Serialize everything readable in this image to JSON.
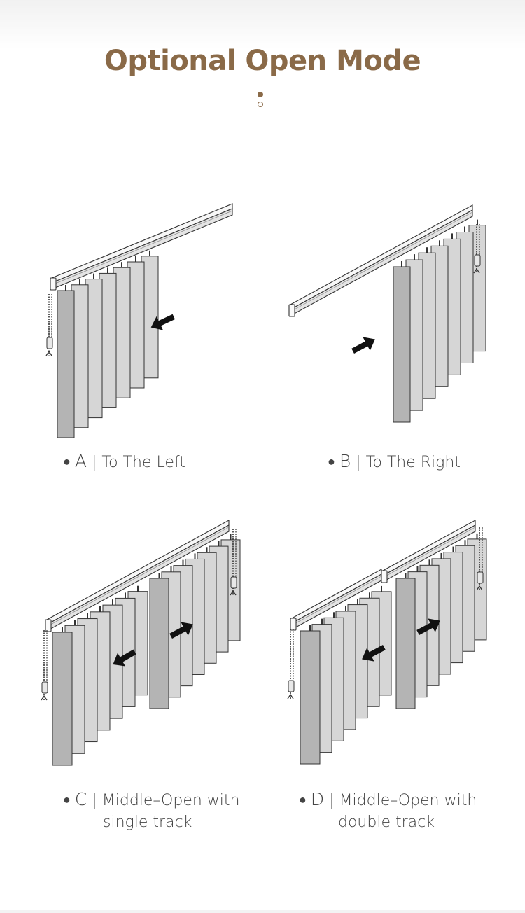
{
  "header": {
    "title": "Optional Open Mode"
  },
  "modes": [
    {
      "id": "A",
      "label": "A",
      "separator": "|",
      "text": "To The Left",
      "text2": ""
    },
    {
      "id": "B",
      "label": "B",
      "separator": "|",
      "text": "To The Right",
      "text2": ""
    },
    {
      "id": "C",
      "label": "C",
      "separator": "|",
      "text": "Middle–Open with",
      "text2": "single track"
    },
    {
      "id": "D",
      "label": "D",
      "separator": "|",
      "text": "Middle–Open with",
      "text2": "double track"
    }
  ],
  "colors": {
    "title": "#8a6a48",
    "caption_text": "#444444",
    "rail_top": "#f7f7f7",
    "rail_front": "#e4e4e4",
    "slat_dark": "#b4b4b4",
    "slat_light": "#d6d6d6",
    "outline": "#333333",
    "arrow": "#111111"
  },
  "icons": [
    "left-arrow-icon",
    "right-arrow-icon",
    "bullet-dot-icon",
    "pagination-dot-icon"
  ]
}
